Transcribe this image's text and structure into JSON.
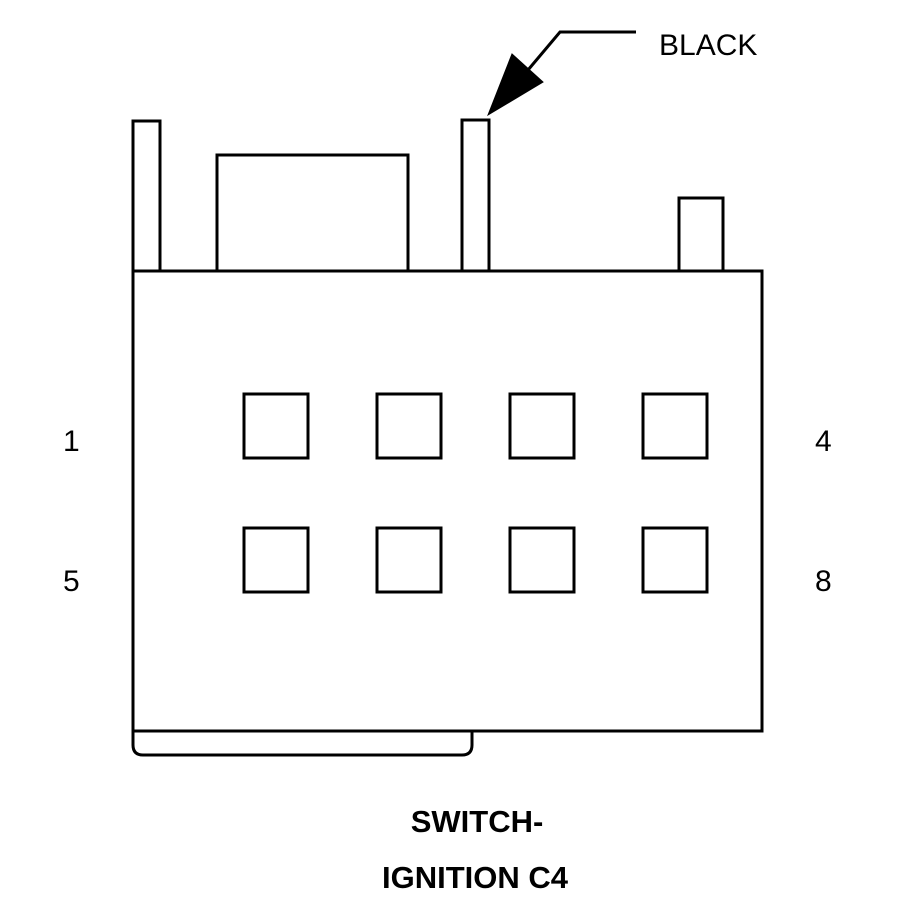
{
  "diagram": {
    "callout": "BLACK",
    "caption_line1": "SWITCH-",
    "caption_line2": "IGNITION C4",
    "pin_labels": {
      "top_left": "1",
      "top_right": "4",
      "bottom_left": "5",
      "bottom_right": "8"
    },
    "cavity_rows": 2,
    "cavity_columns": 4,
    "stroke_color": "#000000",
    "background_color": "#ffffff"
  }
}
